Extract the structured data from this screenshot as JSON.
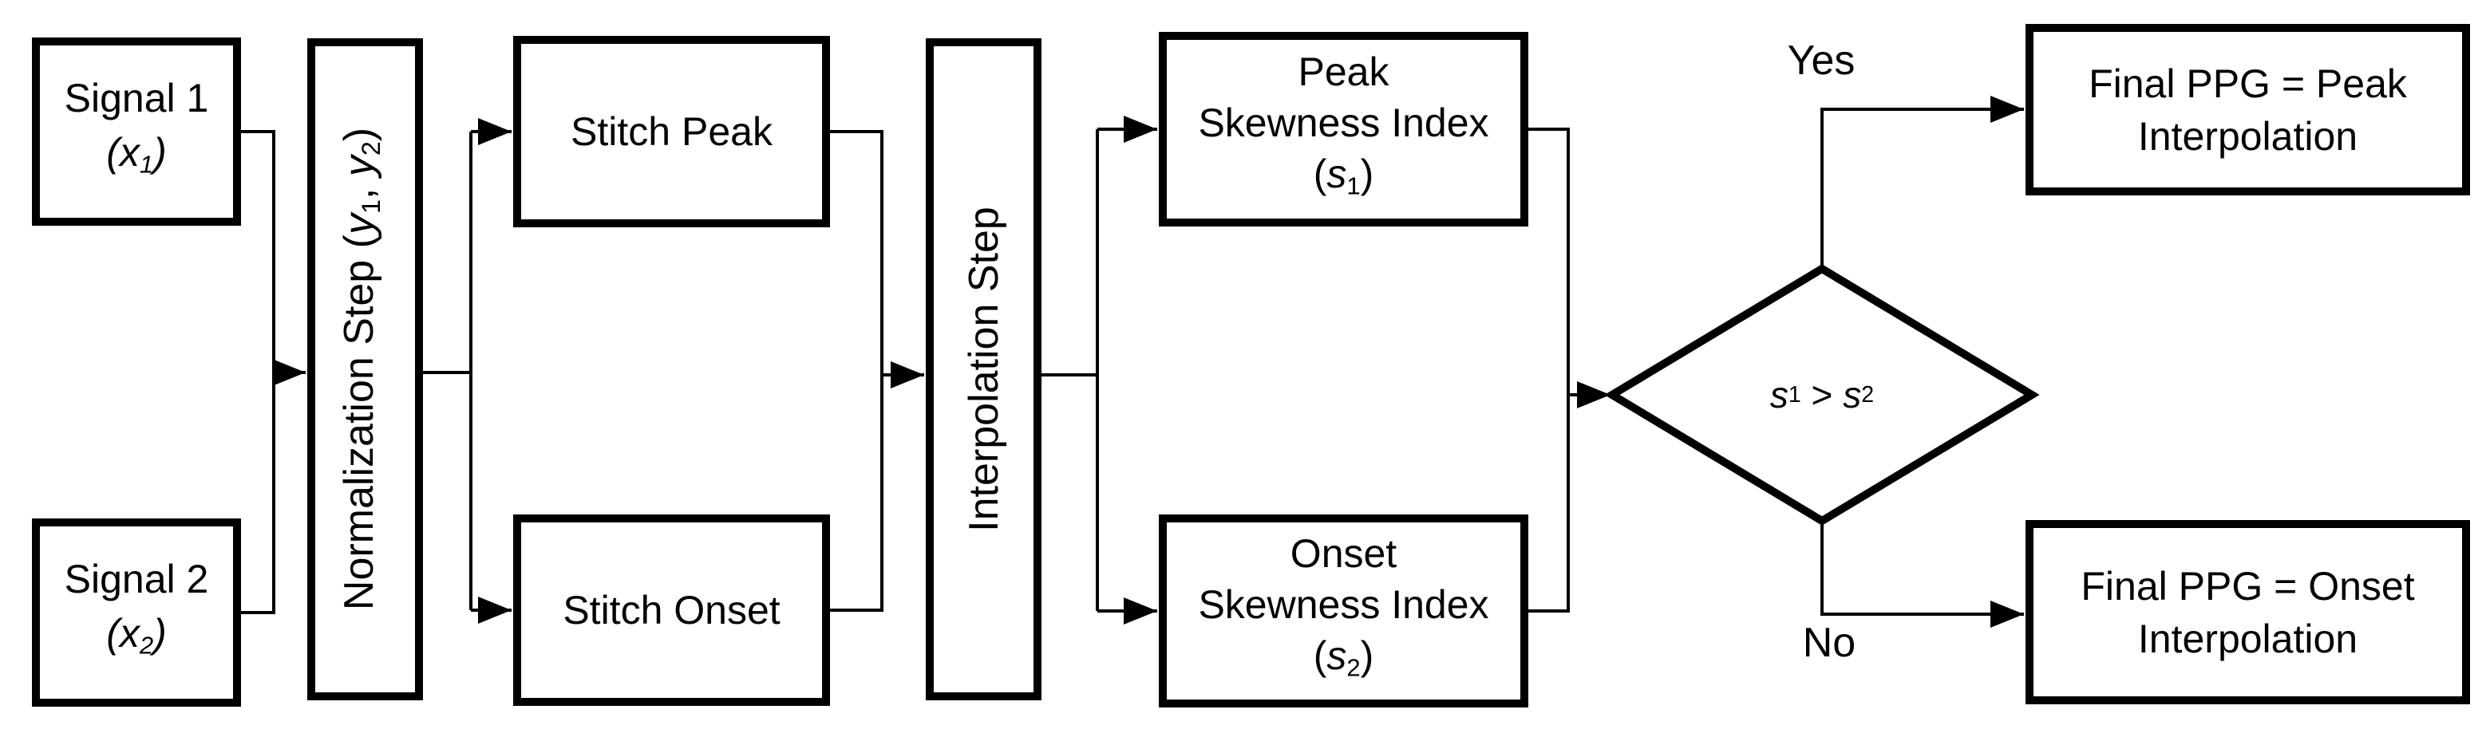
{
  "diagram": {
    "nodes": {
      "signal1": {
        "line1": "Signal 1",
        "open": "(",
        "var": "x",
        "sub": "1",
        "close": ")"
      },
      "signal2": {
        "line1": "Signal 2",
        "open": "(",
        "var": "x",
        "sub": "2",
        "close": ")"
      },
      "normalization": {
        "prefix": "Normalization Step (",
        "var1": "y",
        "sub1": "1",
        "sep": ", ",
        "var2": "y",
        "sub2": "2",
        "suffix": ")"
      },
      "stitch_peak": {
        "label": "Stitch Peak"
      },
      "stitch_onset": {
        "label": "Stitch Onset"
      },
      "interpolation": {
        "label": "Interpolation Step"
      },
      "peak_skewness": {
        "line1": "Peak",
        "line2": "Skewness Index",
        "open": "(",
        "var": "s",
        "sub": "1",
        "close": ")"
      },
      "onset_skewness": {
        "line1": "Onset",
        "line2": "Skewness Index",
        "open": "(",
        "var": "s",
        "sub": "2",
        "close": ")"
      },
      "decision": {
        "var1": "s",
        "sub1": "1",
        "op": " > ",
        "var2": "s",
        "sub2": "2"
      },
      "final_peak": {
        "line1": "Final PPG = Peak",
        "line2": "Interpolation"
      },
      "final_onset": {
        "line1": "Final PPG = Onset",
        "line2": "Interpolation"
      }
    },
    "edge_labels": {
      "yes": "Yes",
      "no": "No"
    },
    "colors": {
      "stroke": "#000000",
      "background": "#ffffff",
      "node_fill": "#ffffff"
    }
  }
}
